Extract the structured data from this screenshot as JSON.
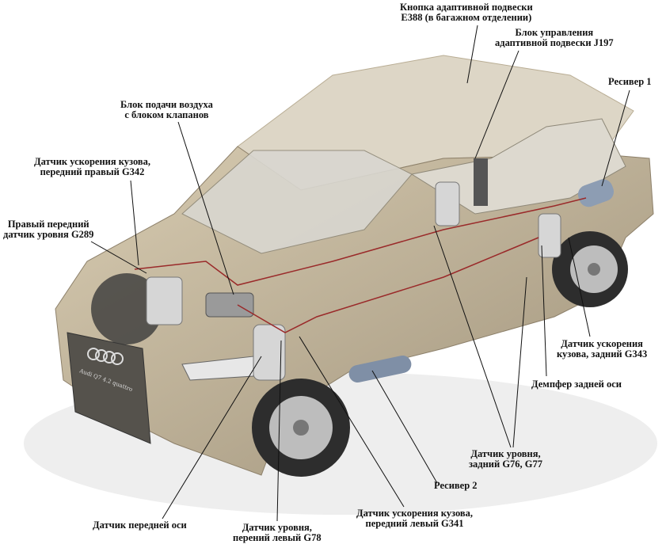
{
  "labels": {
    "e388": [
      "Кнопка адаптивной подвески",
      "E388 (в багажном отделении)"
    ],
    "j197": [
      "Блок управления",
      "адаптивной подвески J197"
    ],
    "receiver1": [
      "Ресивер 1"
    ],
    "air_supply": [
      "Блок подачи воздуха",
      "с блоком клапанов"
    ],
    "g342": [
      "Датчик ускорения кузова,",
      "передний правый G342"
    ],
    "g289": [
      "Правый передний",
      "датчик уровня G289"
    ],
    "g343": [
      "Датчик ускорения",
      "кузова, задний G343"
    ],
    "rear_damper": [
      "Демпфер задней оси"
    ],
    "g76_g77": [
      "Датчик уровня,",
      "задний G76, G77"
    ],
    "receiver2": [
      "Ресивер 2"
    ],
    "g341": [
      "Датчик ускорения кузова,",
      "передний левый G341"
    ],
    "front_axle": [
      "Датчик передней оси"
    ],
    "g78": [
      "Датчик уровня,",
      "перений левый G78"
    ]
  },
  "car_badge": "Audi Q7 4.2 quattro",
  "colors": {
    "body": "#c8bba0",
    "roof": "#ddd6c6",
    "tube": "#9a2a2a"
  }
}
